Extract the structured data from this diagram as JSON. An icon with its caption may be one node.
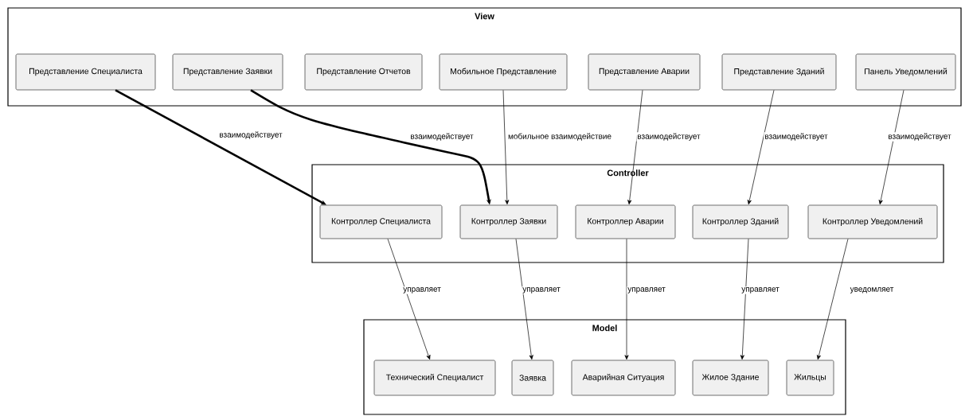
{
  "diagram": {
    "nodes": [
      {
        "text": [
          "View"
        ]
      },
      {
        "text": [
          "Представление Специалиста"
        ],
        "in": 0
      },
      {
        "text": [
          "Представление Заявки"
        ],
        "in": 0
      },
      {
        "text": [
          "Представление Отчетов"
        ],
        "in": 0
      },
      {
        "text": [
          "Мобильное Представление"
        ],
        "in": 0
      },
      {
        "text": [
          "Представление Аварии"
        ],
        "in": 0
      },
      {
        "text": [
          "Представление Зданий"
        ],
        "in": 0
      },
      {
        "text": [
          "Панель Уведомлений"
        ],
        "in": 0
      },
      {
        "text": [
          "Controller"
        ]
      },
      {
        "text": [
          "Контроллер Специалиста"
        ],
        "in": 8
      },
      {
        "text": [
          "Контроллер Заявки"
        ],
        "in": 8
      },
      {
        "text": [
          "Контроллер Аварии"
        ],
        "in": 8
      },
      {
        "text": [
          "Контроллер Зданий"
        ],
        "in": 8
      },
      {
        "text": [
          "Контроллер Уведомлений"
        ],
        "in": 8
      },
      {
        "text": [
          "Model"
        ]
      },
      {
        "text": [
          "Технический Специалист"
        ],
        "in": 14
      },
      {
        "text": [
          "Заявка"
        ],
        "in": 14
      },
      {
        "text": [
          "Аварийная Ситуация"
        ],
        "in": 14
      },
      {
        "text": [
          "Жилое Здание"
        ],
        "in": 14
      },
      {
        "text": [
          "Жильцы"
        ],
        "in": 14
      }
    ],
    "edges": [
      {
        "from": 1,
        "to": 9,
        "arrow": "to",
        "label": "взаимодействует",
        "style": "thick"
      },
      {
        "from": 2,
        "to": 10,
        "arrow": "to",
        "label": "взаимодействует",
        "style": "thick"
      },
      {
        "from": 4,
        "to": 10,
        "arrow": "to",
        "label": "мобильное взаимодействие"
      },
      {
        "from": 5,
        "to": 11,
        "arrow": "to",
        "label": "взаимодействует"
      },
      {
        "from": 6,
        "to": 12,
        "arrow": "to",
        "label": "взаимодействует"
      },
      {
        "from": 7,
        "to": 13,
        "arrow": "to",
        "label": "взаимодействует"
      },
      {
        "from": 9,
        "to": 15,
        "arrow": "to",
        "label": "управляет"
      },
      {
        "from": 10,
        "to": 16,
        "arrow": "to",
        "label": "управляет"
      },
      {
        "from": 11,
        "to": 17,
        "arrow": "to",
        "label": "управляет"
      },
      {
        "from": 12,
        "to": 18,
        "arrow": "to",
        "label": "управляет"
      },
      {
        "from": 13,
        "to": 19,
        "arrow": "to",
        "label": "уведомляет"
      }
    ]
  }
}
